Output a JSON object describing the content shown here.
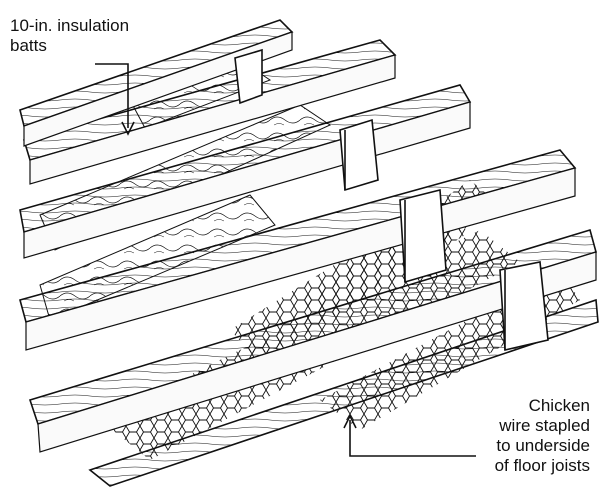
{
  "labels": {
    "insulation": {
      "lines": [
        "10-in. insulation",
        "batts"
      ]
    },
    "chicken_wire": {
      "lines": [
        "Chicken",
        "wire stapled",
        "to underside",
        "of floor joists"
      ]
    }
  },
  "colors": {
    "ink": "#111111",
    "paper": "#ffffff"
  }
}
